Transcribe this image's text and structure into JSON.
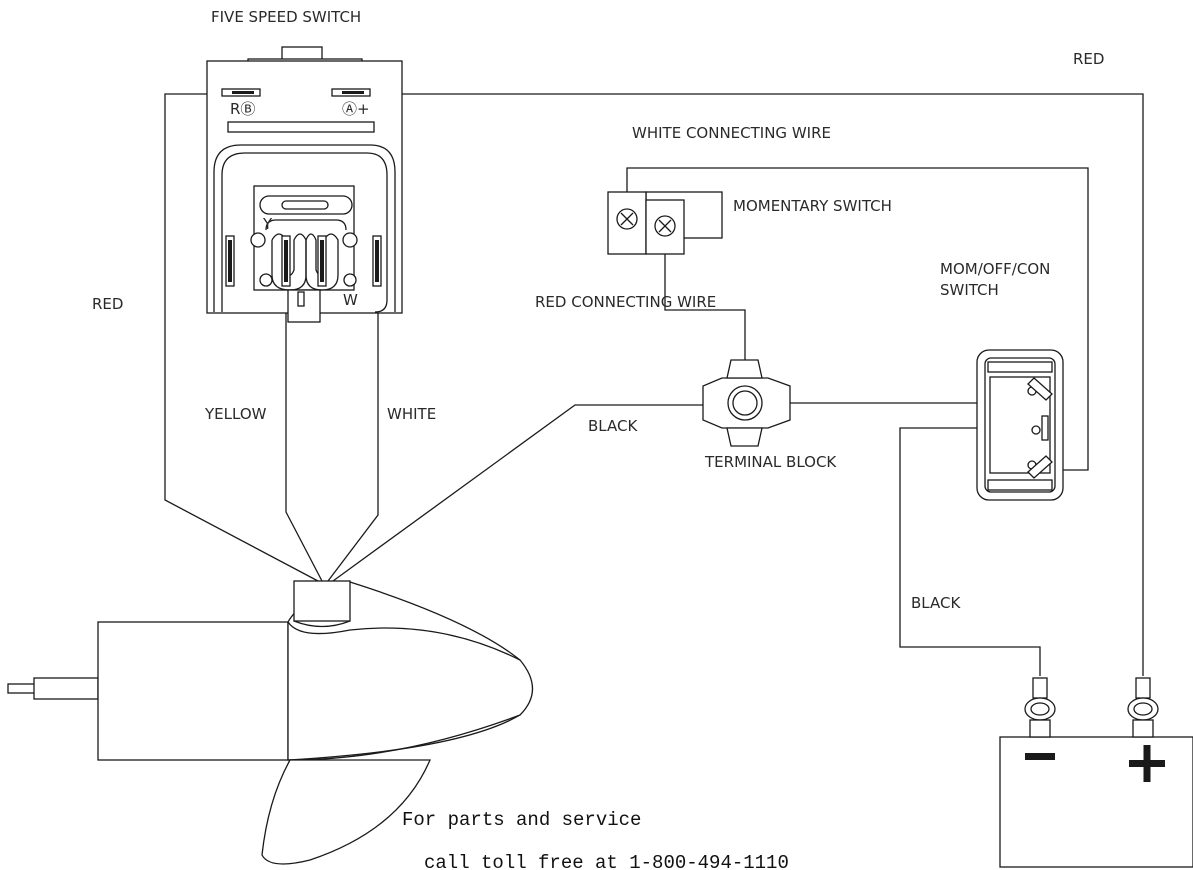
{
  "labels": {
    "five_speed_switch": "FIVE SPEED SWITCH",
    "red_top": "RED",
    "white_connecting_wire": "WHITE CONNECTING WIRE",
    "momentary_switch": "MOMENTARY SWITCH",
    "mom_off_con_line1": "MOM/OFF/CON",
    "mom_off_con_line2": "SWITCH",
    "red_left": "RED",
    "red_connecting_wire": "RED CONNECTING WIRE",
    "yellow": "YELLOW",
    "white": "WHITE",
    "black_mid": "BLACK",
    "terminal_block": "TERMINAL BLOCK",
    "black_bottom": "BLACK"
  },
  "switch_terminals": {
    "b": "RⒷ",
    "a": "Ⓐ+",
    "y": "Y",
    "w": "W"
  },
  "battery": {
    "negative": "−",
    "positive": "+"
  },
  "footer": {
    "line1": "For parts and service",
    "line2": "call toll free at 1-800-494-1110"
  }
}
